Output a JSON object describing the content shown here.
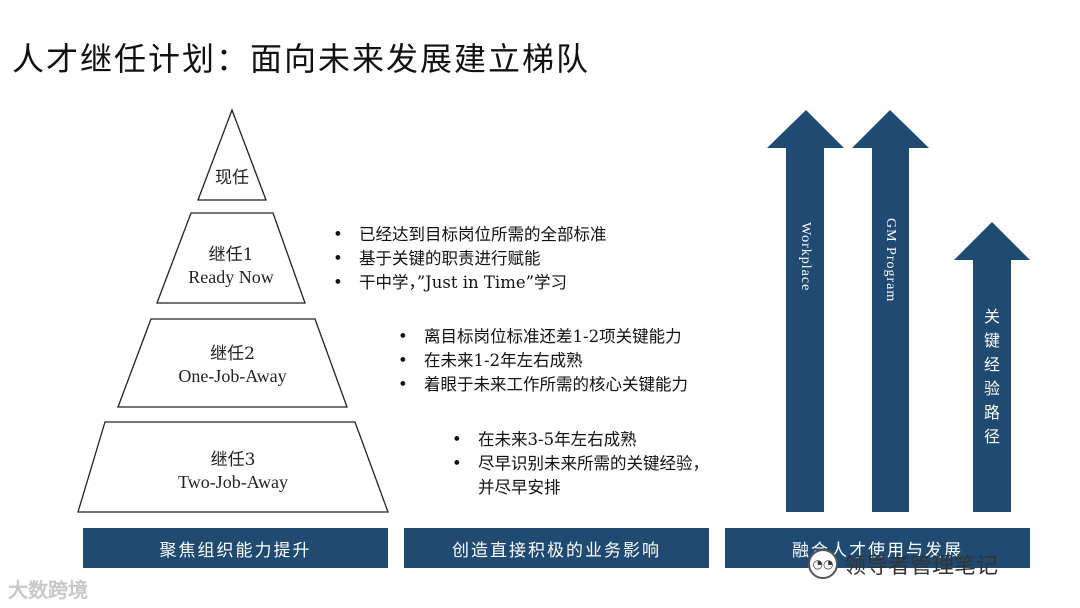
{
  "title": "人才继任计划：面向未来发展建立梯队",
  "pyramid": [
    {
      "line1": "现任",
      "line2": ""
    },
    {
      "line1": "继任1",
      "line2": "Ready Now"
    },
    {
      "line1": "继任2",
      "line2": "One-Job-Away"
    },
    {
      "line1": "继任3",
      "line2": "Two-Job-Away"
    }
  ],
  "bullets": {
    "tier1": [
      "已经达到目标岗位所需的全部标准",
      "基于关键的职责进行赋能",
      "干中学，”Just in Time”学习"
    ],
    "tier2": [
      "离目标岗位标准还差1-2项关键能力",
      "在未来1-2年左右成熟",
      "着眼于未来工作所需的核心关键能力"
    ],
    "tier3": [
      "在未来3-5年左右成熟",
      "尽早识别未来所需的关键经验，",
      "并尽早安排"
    ]
  },
  "arrows": [
    {
      "label": "Workplace"
    },
    {
      "label": "GM Program"
    },
    {
      "label": "关键经验路径"
    }
  ],
  "bottom_bars": [
    "聚焦组织能力提升",
    "创造直接积极的业务影响",
    "融合人才使用与发展"
  ],
  "watermarks": {
    "left": "大数跨境",
    "right": "领导者管理笔记"
  },
  "colors": {
    "arrow": "#1f4a72",
    "bar": "#1f4a72",
    "outline": "#222222"
  }
}
